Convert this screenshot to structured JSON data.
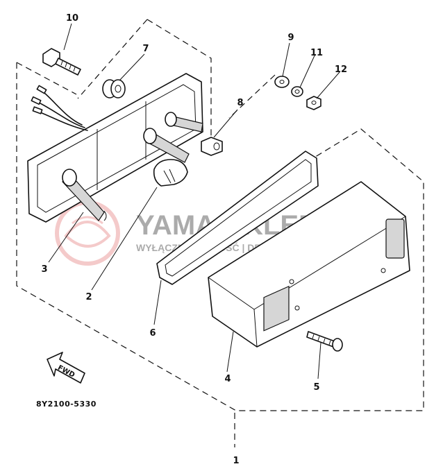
{
  "diagram": {
    "drawing_code": "8Y2100-5330",
    "fwd_label": "FWD",
    "watermark": {
      "line1": "YAMA-SKLEP.PL",
      "line2": "WYŁĄCZNIE CHOOŚĆ | DEALER YAMAHA"
    },
    "callouts": [
      {
        "id": "1",
        "label": "1"
      },
      {
        "id": "2",
        "label": "2"
      },
      {
        "id": "3",
        "label": "3"
      },
      {
        "id": "4",
        "label": "4"
      },
      {
        "id": "5",
        "label": "5"
      },
      {
        "id": "6",
        "label": "6"
      },
      {
        "id": "7",
        "label": "7"
      },
      {
        "id": "8",
        "label": "8"
      },
      {
        "id": "9",
        "label": "9"
      },
      {
        "id": "10",
        "label": "10"
      },
      {
        "id": "11",
        "label": "11"
      },
      {
        "id": "12",
        "label": "12"
      }
    ]
  }
}
